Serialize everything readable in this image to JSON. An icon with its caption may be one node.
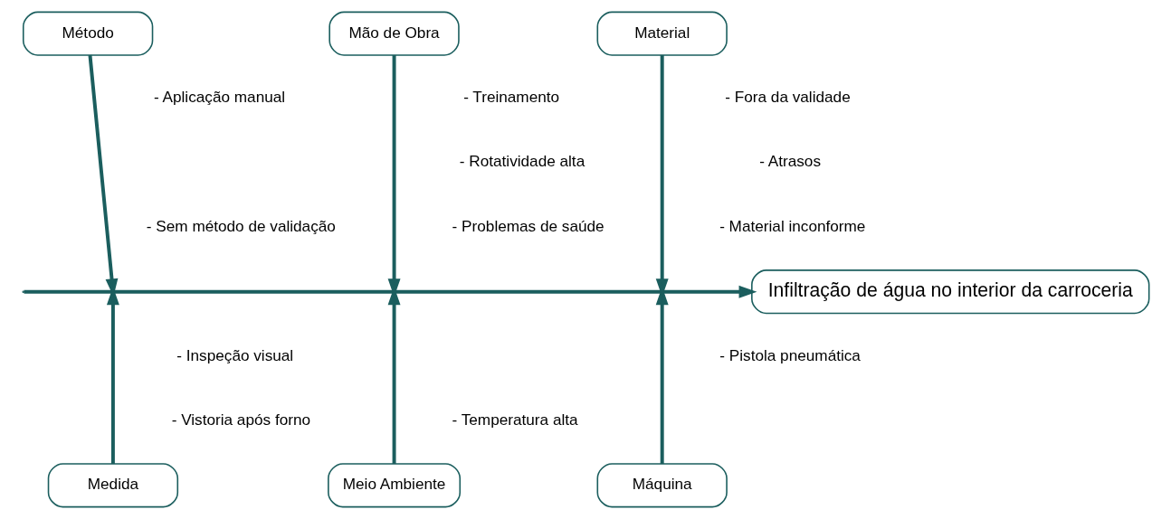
{
  "diagram": {
    "nodes": [
      {
        "text": [
          "Método"
        ]
      },
      {
        "text": [
          "Mão de Obra"
        ]
      },
      {
        "text": [
          "Material"
        ]
      },
      {
        "text": [
          "Infiltração de água no interior da carroceria"
        ]
      },
      {
        "text": [
          "Medida"
        ]
      },
      {
        "text": [
          "Meio Ambiente"
        ]
      },
      {
        "text": [
          "Máquina"
        ]
      }
    ],
    "edges": [
      {
        "from": 0,
        "to": null,
        "arrow": "to"
      },
      {
        "from": 1,
        "to": null,
        "arrow": "to"
      },
      {
        "from": 2,
        "to": null,
        "arrow": "to"
      },
      {
        "from": null,
        "to": 3,
        "arrow": "to"
      },
      {
        "from": 4,
        "to": null,
        "arrow": "to"
      },
      {
        "from": 5,
        "to": null,
        "arrow": "to"
      },
      {
        "from": 6,
        "to": null,
        "arrow": "to"
      }
    ],
    "labels": [
      "- Aplicação manual",
      "- Sem método de validação",
      "- Treinamento",
      "- Rotatividade alta",
      "- Problemas de saúde",
      "- Fora da validade",
      "- Atrasos",
      "- Material inconforme",
      "- Inspeção visual",
      "- Vistoria após forno",
      "- Temperatura alta",
      "- Pistola pneumática"
    ]
  }
}
